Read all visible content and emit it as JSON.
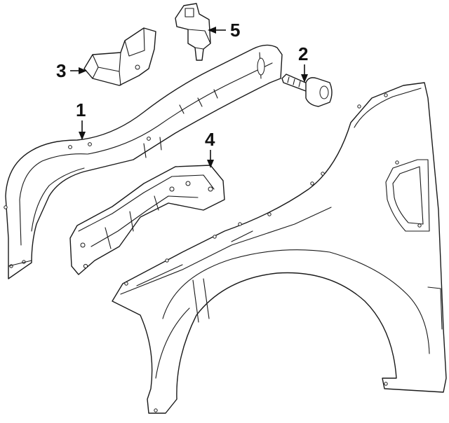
{
  "diagram": {
    "callouts": [
      {
        "id": "part-1",
        "label": "1"
      },
      {
        "id": "part-2",
        "label": "2"
      },
      {
        "id": "part-3",
        "label": "3"
      },
      {
        "id": "part-4",
        "label": "4"
      },
      {
        "id": "part-5",
        "label": "5"
      }
    ],
    "line_color": "#1a1a1a",
    "background": "#ffffff"
  }
}
